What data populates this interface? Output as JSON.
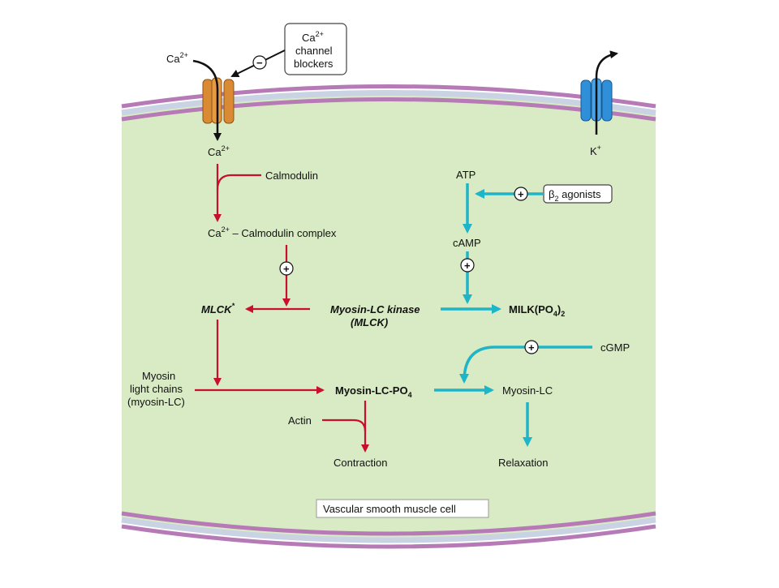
{
  "colors": {
    "cytoplasm": "#d9ebc4",
    "membrane": "#b67ab6",
    "membrane_inner": "#c9d3e3",
    "contraction_path": "#c8102e",
    "relaxation_path": "#1fb5c8",
    "ca_channel": "#d98a32",
    "k_channel": "#2f8fd8"
  },
  "icons": {
    "ca_channel": "calcium-channel-icon",
    "k_channel": "potassium-channel-icon"
  },
  "labels": {
    "ca_out": "Ca",
    "ca_out_sup": "2+",
    "blockers_l1": "Ca",
    "blockers_l1_sup": "2+",
    "blockers_l2": "channel",
    "blockers_l3": "blockers",
    "minus": "−",
    "ca_in": "Ca",
    "ca_in_sup": "2+",
    "k": "K",
    "k_sup": "+",
    "calmodulin": "Calmodulin",
    "complex_a": "Ca",
    "complex_sup": "2+",
    "complex_b": " – Calmodulin complex",
    "mlck_star": "MLCK",
    "mlck_star_sup": "*",
    "mlck_l1": "Myosin-LC kinase",
    "mlck_l2": "(MLCK)",
    "milk_a": "MILK(PO",
    "milk_sub1": "4",
    "milk_b": ")",
    "milk_sub2": "2",
    "atp": "ATP",
    "camp": "cAMP",
    "beta_a": "β",
    "beta_sub": "2",
    "beta_b": " agonists",
    "plus": "+",
    "myosin_l1": "Myosin",
    "myosin_l2": "light chains",
    "myosin_l3": "(myosin-LC)",
    "mlcpo4_a": "Myosin-LC-PO",
    "mlcpo4_sub": "4",
    "myosin_lc": "Myosin-LC",
    "cgmp": "cGMP",
    "actin": "Actin",
    "contraction": "Contraction",
    "relaxation": "Relaxation",
    "cell": "Vascular smooth muscle cell"
  }
}
